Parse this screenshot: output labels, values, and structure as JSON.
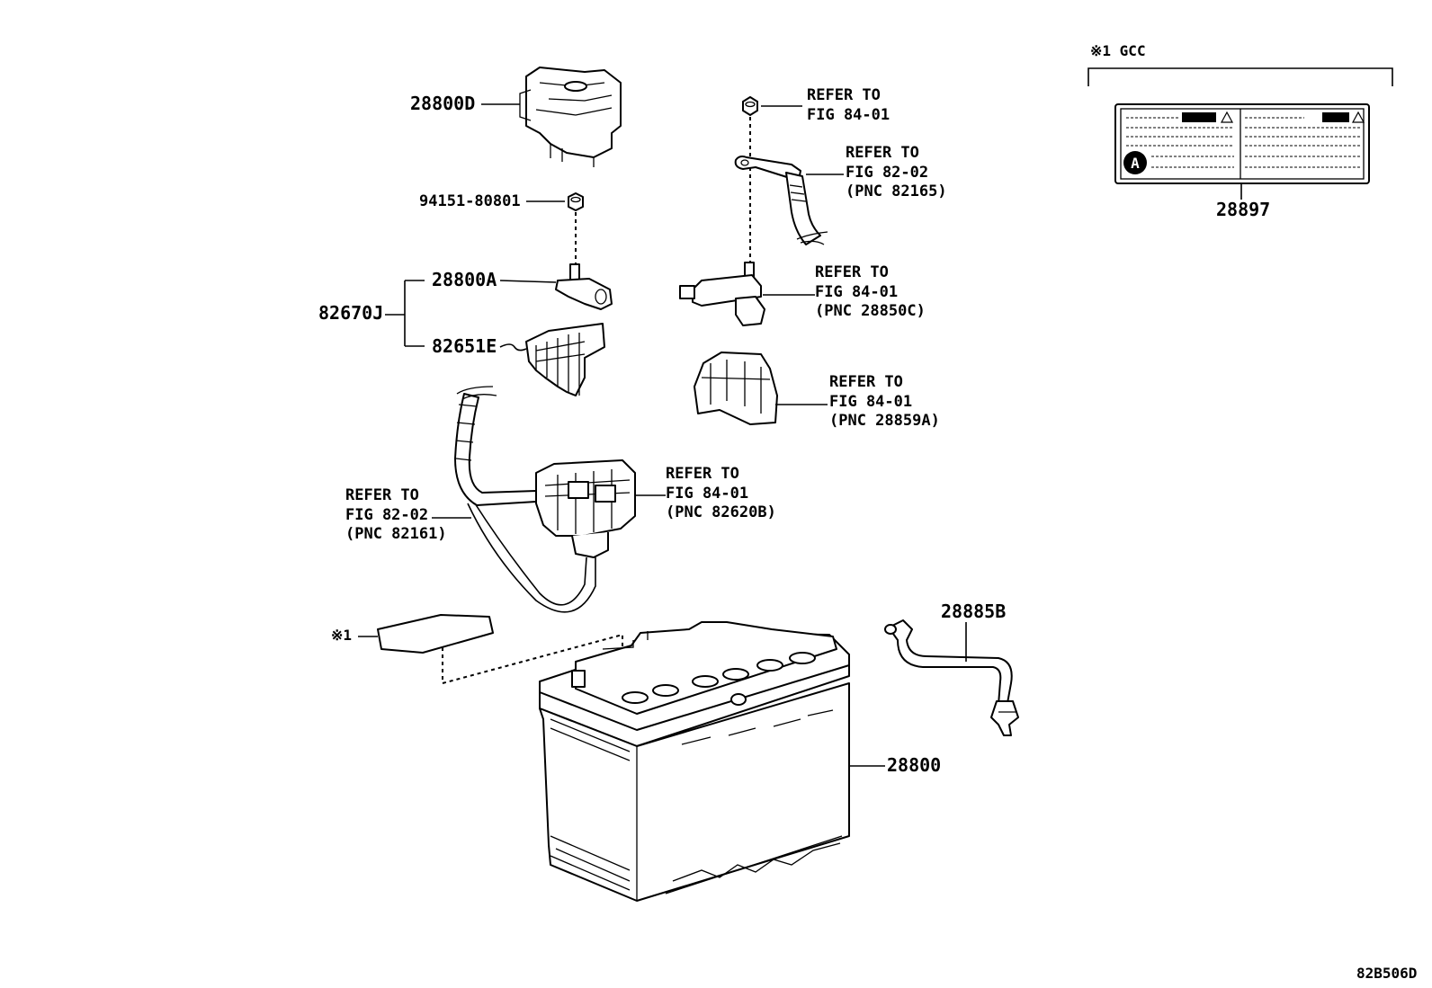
{
  "diagram_id": "82B506D",
  "parts": {
    "cover_top": "28800D",
    "nut": "94151-80801",
    "assembly": "82670J",
    "terminal": "28800A",
    "fuse_cover": "82651E",
    "battery": "28800",
    "vent_hose": "28885B",
    "gcc_label": "28897"
  },
  "marker": {
    "note1": "※1",
    "note1_gcc": "※1 GCC",
    "circle_letter": "A"
  },
  "refs": {
    "nut_top": [
      "REFER TO",
      "FIG 84-01"
    ],
    "cable_top": [
      "REFER TO",
      "FIG 82-02",
      "(PNC 82165)"
    ],
    "terminal_right": [
      "REFER TO",
      "FIG 84-01",
      "(PNC 28850C)"
    ],
    "cover_right": [
      "REFER TO",
      "FIG 84-01",
      "(PNC 28859A)"
    ],
    "fuse_block": [
      "REFER TO",
      "FIG 84-01",
      "(PNC 82620B)"
    ],
    "cable_left": [
      "REFER TO",
      "FIG 82-02",
      "(PNC 82161)"
    ]
  }
}
